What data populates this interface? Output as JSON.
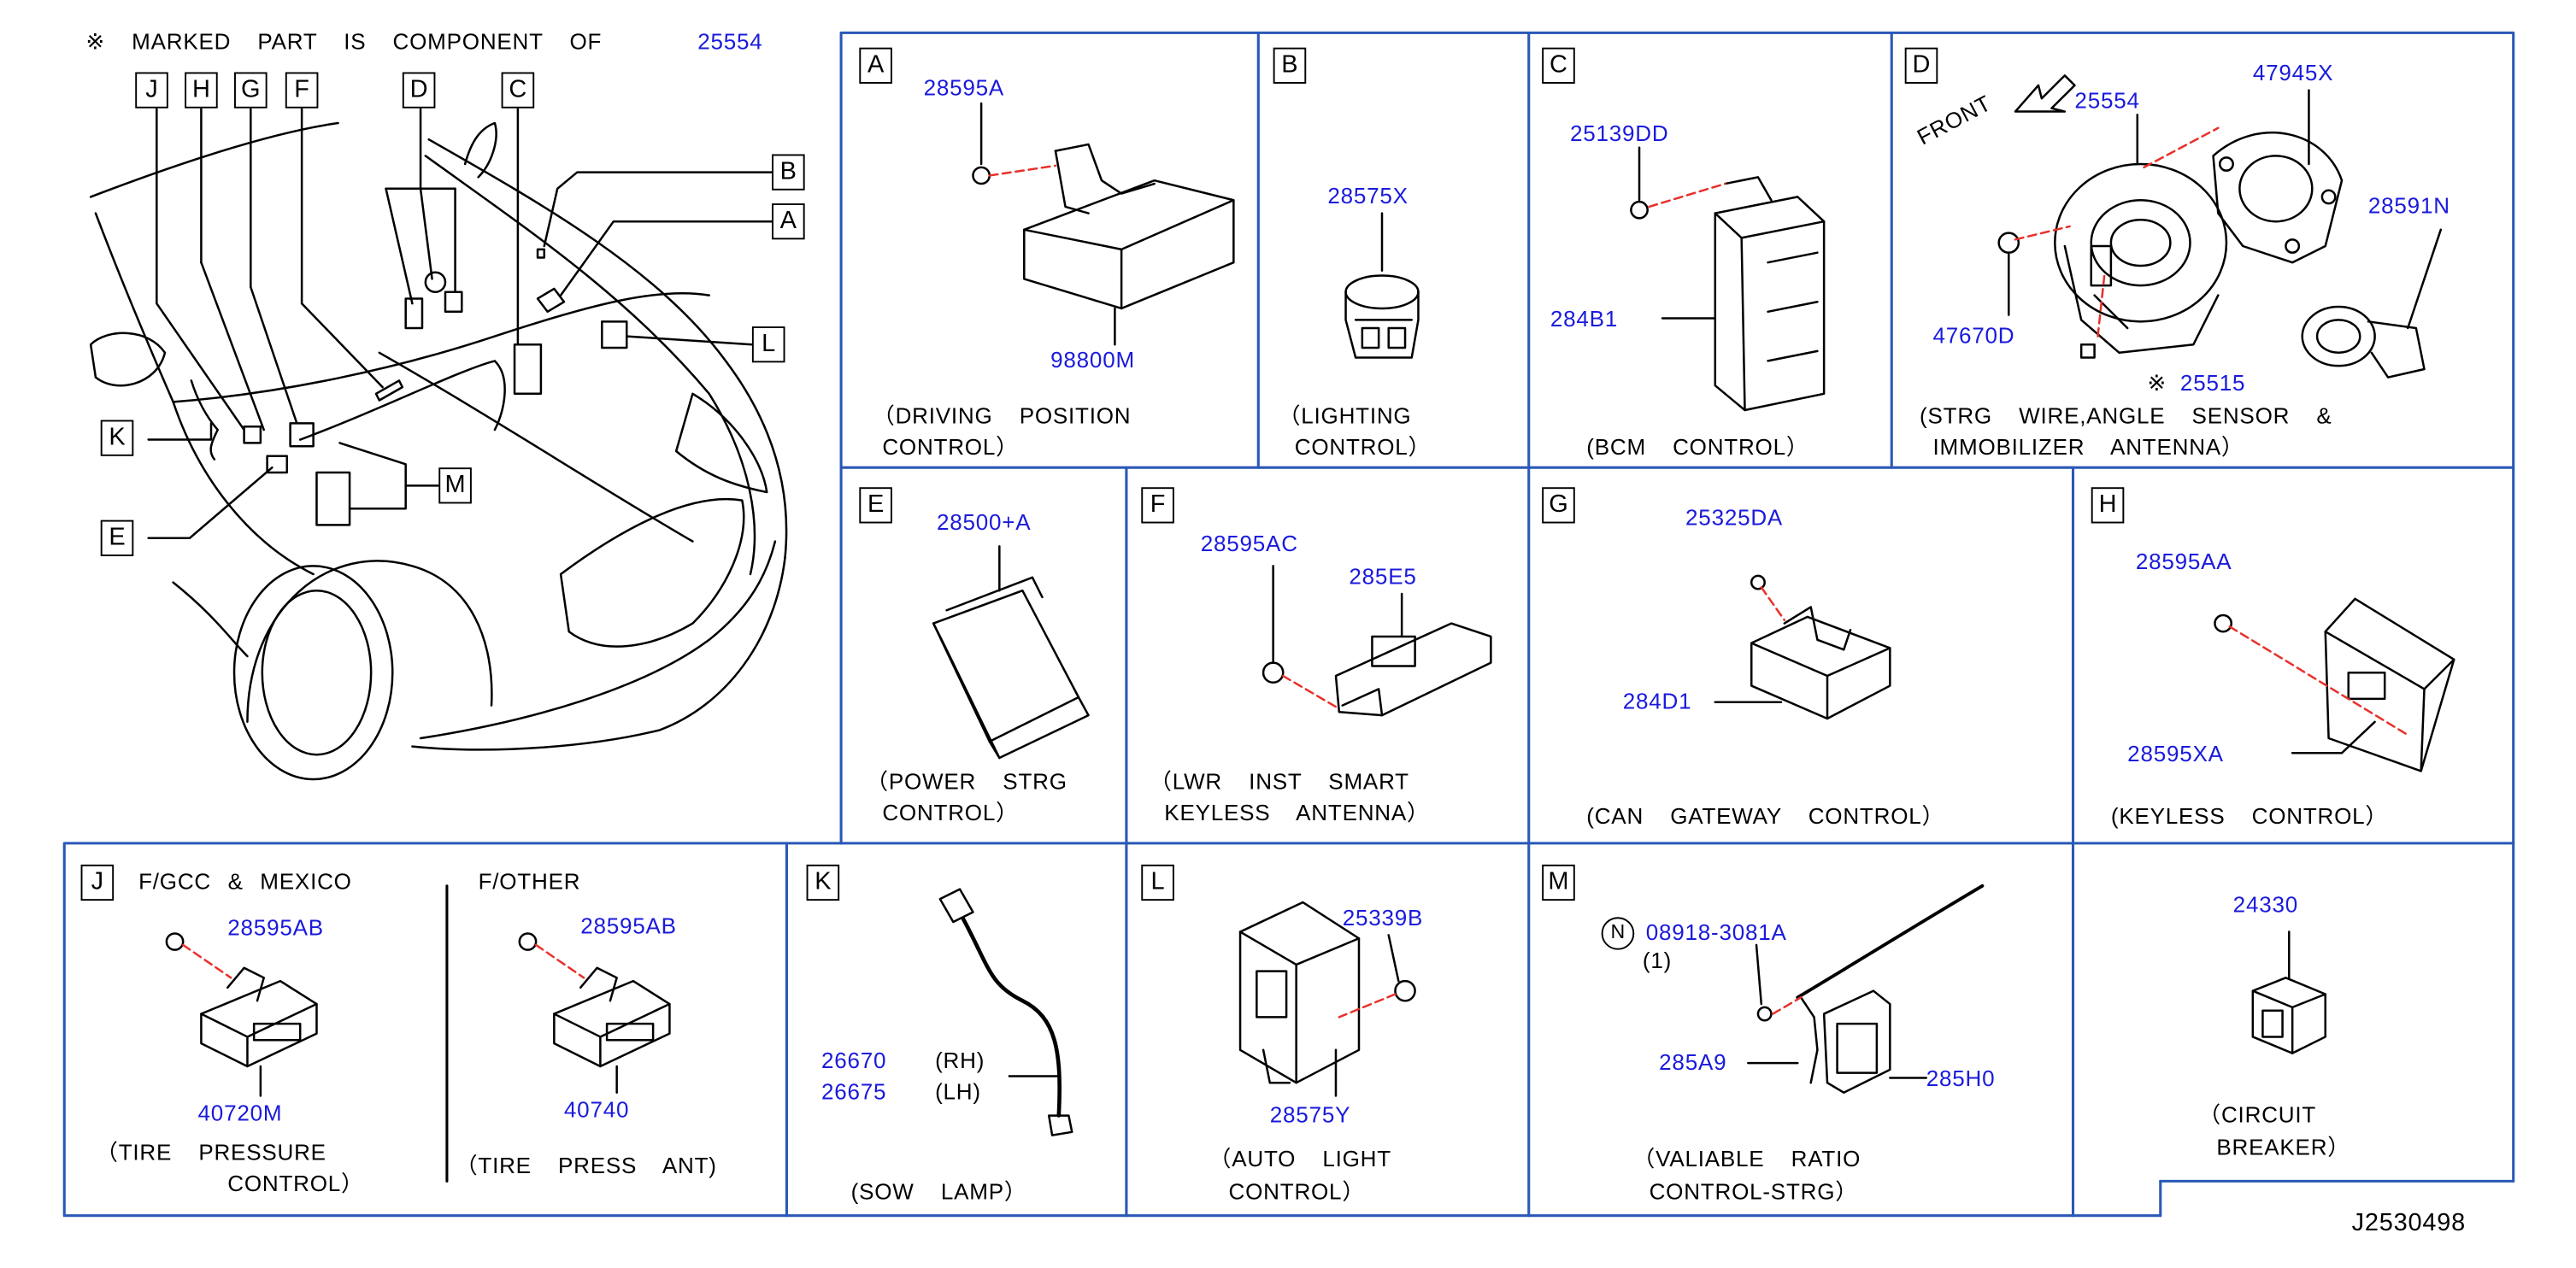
{
  "header": {
    "marked_note_symbol": "※",
    "marked_note_text": "MARKED PART IS COMPONENT OF",
    "marked_note_part": "25554"
  },
  "overview": {
    "callouts": [
      "J",
      "H",
      "G",
      "F",
      "D",
      "C",
      "B",
      "A",
      "L",
      "K",
      "M",
      "E"
    ]
  },
  "panels": {
    "A": {
      "letter": "A",
      "parts": [
        "28595A",
        "98800M"
      ],
      "caption_l1": "（DRIVING POSITION",
      "caption_l2": "CONTROL）"
    },
    "B": {
      "letter": "B",
      "parts": [
        "28575X"
      ],
      "caption_l1": "（LIGHTING",
      "caption_l2": "CONTROL）"
    },
    "C": {
      "letter": "C",
      "parts": [
        "25139DD",
        "284B1"
      ],
      "caption_l1": "(BCM CONTROL）"
    },
    "D": {
      "letter": "D",
      "front_label": "FRONT",
      "parts": [
        "25554",
        "47945X",
        "28591N",
        "47670D",
        "25515"
      ],
      "marked_symbol": "※",
      "caption_l1": "(STRG WIRE,ANGLE SENSOR &",
      "caption_l2": "IMMOBILIZER ANTENNA）"
    },
    "E": {
      "letter": "E",
      "parts": [
        "28500+A"
      ],
      "caption_l1": "（POWER STRG",
      "caption_l2": "CONTROL）"
    },
    "F": {
      "letter": "F",
      "parts": [
        "28595AC",
        "285E5"
      ],
      "caption_l1": "（LWR INST SMART",
      "caption_l2": "KEYLESS ANTENNA）"
    },
    "G": {
      "letter": "G",
      "parts": [
        "25325DA",
        "284D1"
      ],
      "caption_l1": "(CAN GATEWAY CONTROL）"
    },
    "H": {
      "letter": "H",
      "parts": [
        "28595AA",
        "28595XA"
      ],
      "caption_l1": "(KEYLESS CONTROL）"
    },
    "J": {
      "letter": "J",
      "left_title": "F/GCC & MEXICO",
      "right_title": "F/OTHER",
      "left_parts": [
        "28595AB",
        "40720M"
      ],
      "right_parts": [
        "28595AB",
        "40740"
      ],
      "left_caption_l1": "（TIRE PRESSURE",
      "left_caption_l2": "CONTROL）",
      "right_caption": "（TIRE PRESS ANT)"
    },
    "K": {
      "letter": "K",
      "parts": [
        "26670",
        "26675"
      ],
      "sides": [
        "(RH)",
        "(LH)"
      ],
      "caption_l1": "(SOW LAMP）"
    },
    "L": {
      "letter": "L",
      "parts": [
        "25339B",
        "28575Y"
      ],
      "caption_l1": "（AUTO LIGHT",
      "caption_l2": "CONTROL）"
    },
    "M": {
      "letter": "M",
      "nut_symbol": "N",
      "parts": [
        "08918-3081A",
        "285A9",
        "285H0"
      ],
      "qty": "(1)",
      "caption_l1": "（VALIABLE RATIO",
      "caption_l2": "CONTROL-STRG）"
    },
    "CB": {
      "parts": [
        "24330"
      ],
      "caption_l1": "（CIRCUIT",
      "caption_l2": "BREAKER）"
    }
  },
  "drawing_code": "J2530498",
  "colors": {
    "part_number": "#1a1adc",
    "line": "#000000",
    "leader_dash": "#e8302a"
  }
}
